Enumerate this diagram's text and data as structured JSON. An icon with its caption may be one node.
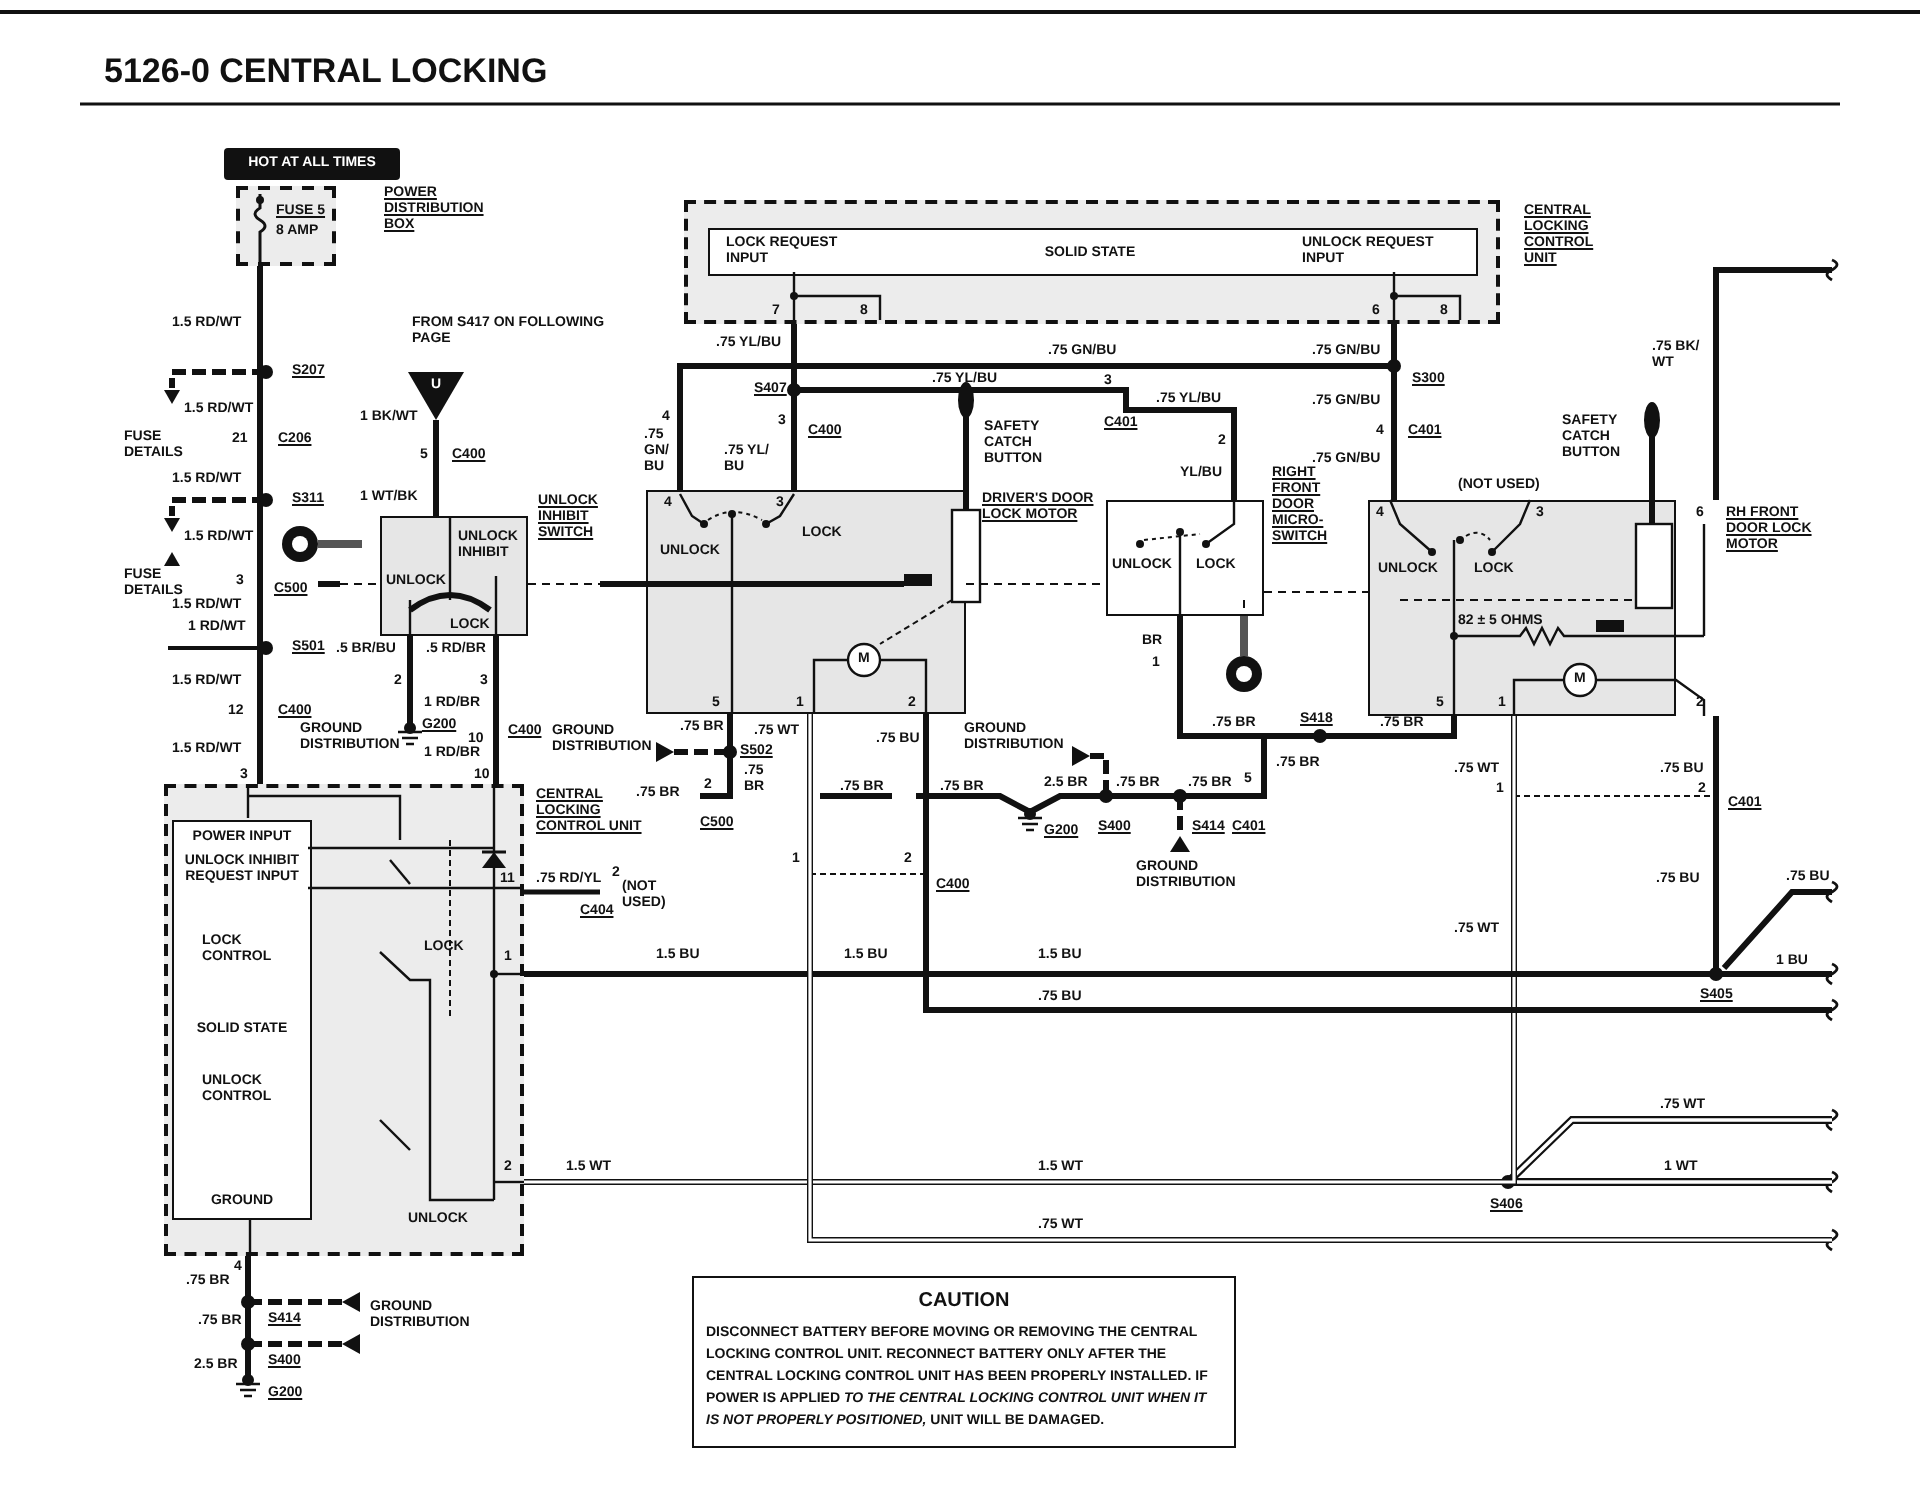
{
  "diagram": {
    "title": "5126-0 CENTRAL LOCKING",
    "nodes": [
      {
        "text": [
          "HOT AT ALL TIMES"
        ]
      },
      {
        "text": [
          "FUSE 5",
          "8 AMP"
        ]
      },
      {
        "text": [
          "CENTRAL LOCKING CONTROL UNIT"
        ]
      },
      {
        "text": [
          "LOCK REQUEST INPUT",
          "SOLID STATE",
          "UNLOCK REQUEST INPUT"
        ],
        "in": 2
      },
      {
        "text": [
          "U"
        ],
        "beside": [
          "FROM S417 ON FOLLOWING PAGE"
        ]
      },
      {
        "text": [
          "UNLOCK INHIBIT SWITCH",
          "UNLOCK INHIBIT",
          "UNLOCK",
          "LOCK"
        ]
      },
      {
        "text": [
          "DRIVER'S DOOR LOCK MOTOR",
          "UNLOCK",
          "LOCK"
        ],
        "beside": [
          "SAFETY CATCH BUTTON"
        ]
      },
      {
        "text": [
          "RIGHT FRONT DOOR MICRO-SWITCH",
          "UNLOCK",
          "LOCK"
        ]
      },
      {
        "text": [
          "RH FRONT DOOR LOCK MOTOR",
          "(NOT USED)",
          "UNLOCK",
          "LOCK",
          "82 ± 5 OHMS"
        ],
        "beside": [
          "SAFETY CATCH BUTTON"
        ]
      },
      {
        "text": [
          "CENTRAL LOCKING CONTROL UNIT",
          "LOCK",
          "UNLOCK"
        ]
      },
      {
        "text": [
          "POWER INPUT",
          "UNLOCK INHIBIT REQUEST INPUT",
          "LOCK CONTROL",
          "SOLID STATE",
          "UNLOCK CONTROL",
          "GROUND"
        ],
        "in": 9
      },
      {
        "text": [
          "CAUTION",
          "DISCONNECT BATTERY BEFORE MOVING OR REMOVING THE CENTRAL LOCKING CONTROL UNIT. RECONNECT BATTERY ONLY AFTER THE CENTRAL LOCKING CONTROL UNIT HAS BEEN PROPERLY INSTALLED. IF POWER IS APPLIED *TO THE CENTRAL LOCKING CONTROL UNIT WHEN IT IS NOT PROPERLY POSITIONED,* UNIT WILL BE DAMAGED."
        ]
      }
    ],
    "edges": [
      {
        "from": 1,
        "to": 9,
        "arrow": "none"
      },
      {
        "from": 4,
        "to": 5,
        "arrow": "none"
      },
      {
        "from": 5,
        "to": 9,
        "arrow": "none"
      },
      {
        "from": 2,
        "to": 6,
        "arrow": "none"
      },
      {
        "from": 2,
        "to": 8,
        "arrow": "none"
      },
      {
        "from": 2,
        "to": 7,
        "arrow": "none"
      },
      {
        "from": 2,
        "to": 6,
        "arrow": "none"
      },
      {
        "from": 8,
        "to": 9,
        "arrow": "none"
      },
      {
        "from": 8,
        "to": 9,
        "arrow": "none"
      },
      {
        "from": 7,
        "to": 8,
        "arrow": "none"
      },
      {
        "from": 6,
        "to": null,
        "arrow": "none"
      },
      {
        "from": 6,
        "to": null,
        "arrow": "none"
      },
      {
        "from": 8,
        "to": null,
        "arrow": "none"
      },
      {
        "from": 5,
        "to": 6,
        "arrow": "none",
        "style": "dashed"
      },
      {
        "from": 6,
        "to": 7,
        "arrow": "none",
        "style": "dashed"
      },
      {
        "from": 7,
        "to": 8,
        "arrow": "none",
        "style": "dashed"
      }
    ],
    "labels": [
      "POWER DISTRIBUTION BOX",
      "1.5 RD/WT",
      "S207",
      "1.5 RD/WT",
      "21",
      "C206",
      "FUSE DETAILS",
      "1.5 RD/WT",
      "S311",
      "1.5 RD/WT",
      "3",
      "C500",
      "FUSE DETAILS",
      "1.5 RD/WT",
      "1 RD/WT",
      "S501",
      "1.5 RD/WT",
      "12",
      "C400",
      "1.5 RD/WT",
      "1 BK/WT",
      "5",
      "C400",
      "1 WT/BK",
      ".5 BR/BU",
      ".5 RD/BR",
      "2",
      "3",
      "1 RD/BR",
      "GROUND DISTRIBUTION",
      "G200",
      "10",
      "C400",
      "1 RD/BR",
      "GROUND DISTRIBUTION",
      "7",
      "8",
      "6",
      "8",
      ".75 YL/BU",
      ".75 GN/BU",
      ".75 GN/BU",
      "S407",
      ".75 YL/BU",
      "3",
      "S300",
      "C401",
      ".75 YL/BU",
      ".75 GN/BU",
      "4",
      ".75 GN/ BU",
      "3",
      "C400",
      ".75 YL/ BU",
      "2",
      "YL/BU",
      "4",
      "C401",
      ".75 GN/BU",
      ".75 BK/ WT",
      "4",
      "3",
      "5",
      "1",
      "2",
      "BR",
      "1",
      "4",
      "3",
      "6",
      "5",
      "1",
      "2",
      ".75 BR",
      ".75 WT",
      ".75 BU",
      "GROUND DISTRIBUTION",
      "S502",
      ".75 BR",
      ".75 BR",
      "2",
      ".75 BR",
      ".75 BR",
      "2.5 BR",
      ".75 BR",
      ".75 BR",
      "5",
      ".75 BR",
      ".75 BR",
      "S418",
      ".75 BR",
      "C500",
      "G200",
      "S400",
      "S414",
      "C401",
      "1",
      "2",
      "C400",
      "GROUND DISTRIBUTION",
      ".75 WT",
      ".75 BU",
      "1",
      "2",
      "C401",
      ".75 BU",
      ".75 BU",
      ".75 WT",
      "1 BU",
      "S405",
      "1.5 BU",
      "1.5 BU",
      "1.5 BU",
      ".75 BU",
      ".75 WT",
      "1.5 WT",
      "1.5 WT",
      "1 WT",
      "S406",
      ".75 WT",
      "3",
      "10",
      "11",
      ".75 RD/YL",
      "2",
      "(NOT USED)",
      "C404",
      "1",
      "2",
      "4",
      ".75 BR",
      ".75 BR",
      "S414",
      "GROUND DISTRIBUTION",
      "2.5 BR",
      "S400",
      "G200",
      "M",
      "M"
    ]
  }
}
